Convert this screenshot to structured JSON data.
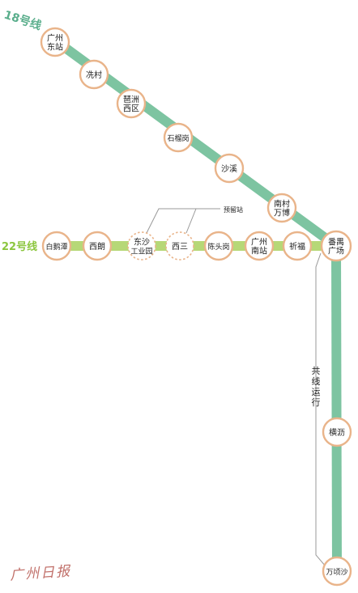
{
  "colors": {
    "line18": "#7dc4a1",
    "line22": "#b6d877",
    "station_border": "#e9b48a",
    "station_fill": "#ffffff",
    "label18": "#5aae8c",
    "label22": "#8cc63f",
    "thin": "#999999",
    "watermark": "#c1706a"
  },
  "lines": {
    "line18": {
      "name": "18号线"
    },
    "line22": {
      "name": "22号线"
    }
  },
  "stations18": [
    [
      "广州",
      "东站"
    ],
    [
      "冼村"
    ],
    [
      "琶洲",
      "西区"
    ],
    [
      "石榴岗"
    ],
    [
      "沙溪"
    ],
    [
      "南村",
      "万博"
    ]
  ],
  "stations22": [
    {
      "lines": [
        "白鹅潭"
      ],
      "reserved": false
    },
    {
      "lines": [
        "西朗"
      ],
      "reserved": false
    },
    {
      "lines": [
        "东沙",
        "工业园"
      ],
      "reserved": true
    },
    {
      "lines": [
        "西三"
      ],
      "reserved": true
    },
    {
      "lines": [
        "陈头岗"
      ],
      "reserved": false
    },
    {
      "lines": [
        "广州",
        "南站"
      ],
      "reserved": false
    },
    {
      "lines": [
        "祈福"
      ],
      "reserved": false
    }
  ],
  "interchange": [
    "番禺",
    "广场"
  ],
  "southStations": [
    [
      "横沥"
    ],
    [
      "万顷沙"
    ]
  ],
  "annotations": {
    "reserved_label": "预留站",
    "shared_running": [
      "共",
      "线",
      "运",
      "行"
    ]
  },
  "watermark": "广州日报"
}
